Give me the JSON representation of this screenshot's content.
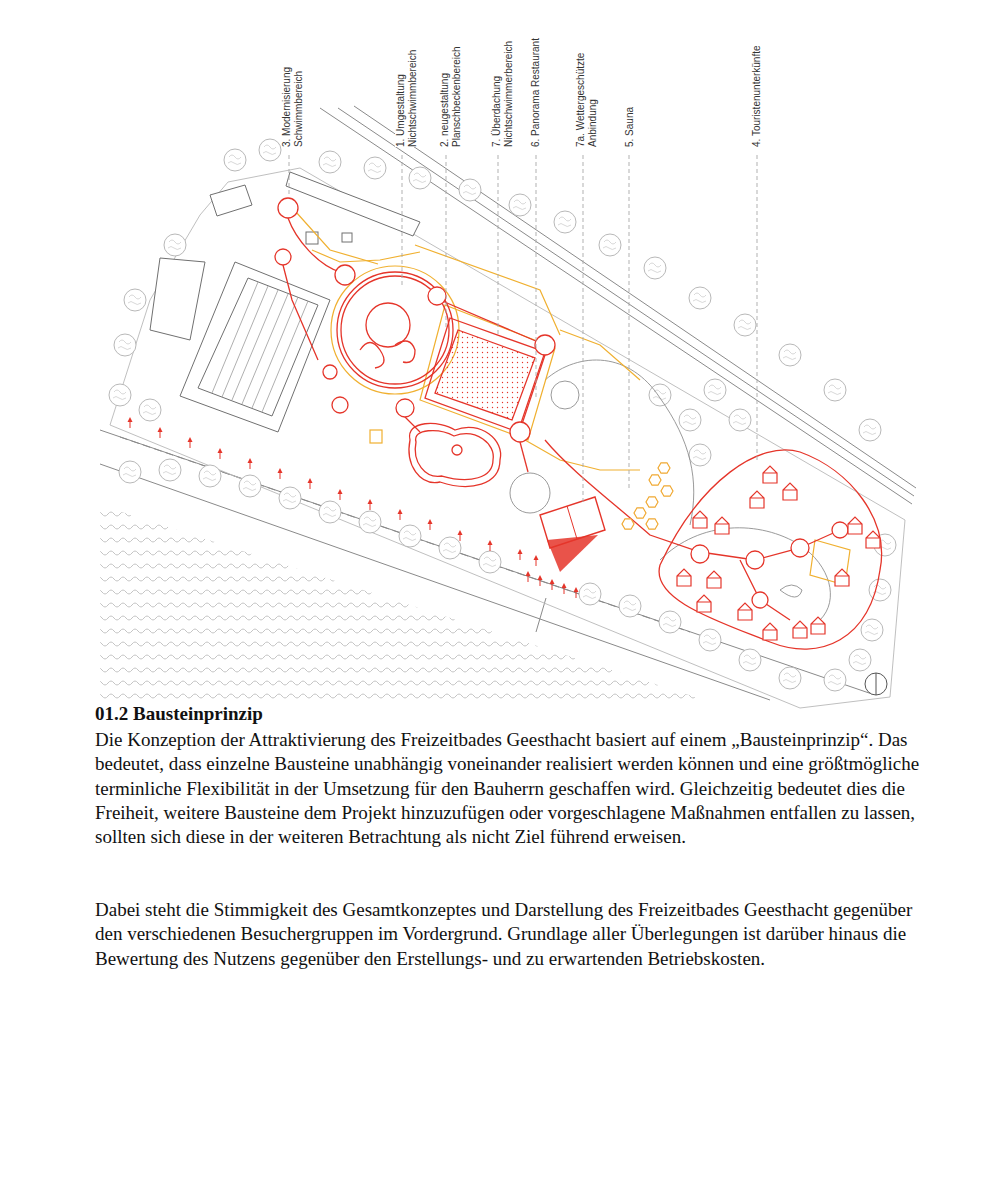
{
  "diagram": {
    "title": "01.2 Bausteinprinzip",
    "labels": [
      "3. Modernisierung Schwimmbereich",
      "1. Umgestaltung Nichtschwimmbereich",
      "2. neugestaltung Planschbeckenbereich",
      "7. Überdachung Nichtschwimmerbereich",
      "6. Panorama Restaurant",
      "7a. Wettergeschützte Anbindung",
      "5. Sauna",
      "4. Touristenunterkünfte",
      "Die Konzeption der Attraktivierung des Freizeitbades Geesthacht basiert auf einem „Bausteinprinzip“. Das bedeutet, dass einzelne Bausteine unabhängig voneinander realisiert werden können und eine größtmögliche terminliche Flexibilität in der Umsetzung für den Bauherrn geschaffen wird. Gleichzeitig bedeutet dies die Freiheit, weitere Bausteine dem Projekt hinzuzufügen oder vorgeschlagene Maßnahmen entfallen zu lassen, sollten sich diese in der weiteren Betrachtung als nicht Ziel führend erweisen.",
      "Dabei steht die Stimmigkeit des Gesamtkonzeptes und Darstellung des Freizeitbades Geesthacht gegenüber den verschiedenen Besuchergruppen im Vordergrund. Grundlage aller Überlegungen ist darüber hinaus die Bewertung des Nutzens gegenüber den Erstellungs- und zu erwartenden Betriebskosten."
    ]
  }
}
